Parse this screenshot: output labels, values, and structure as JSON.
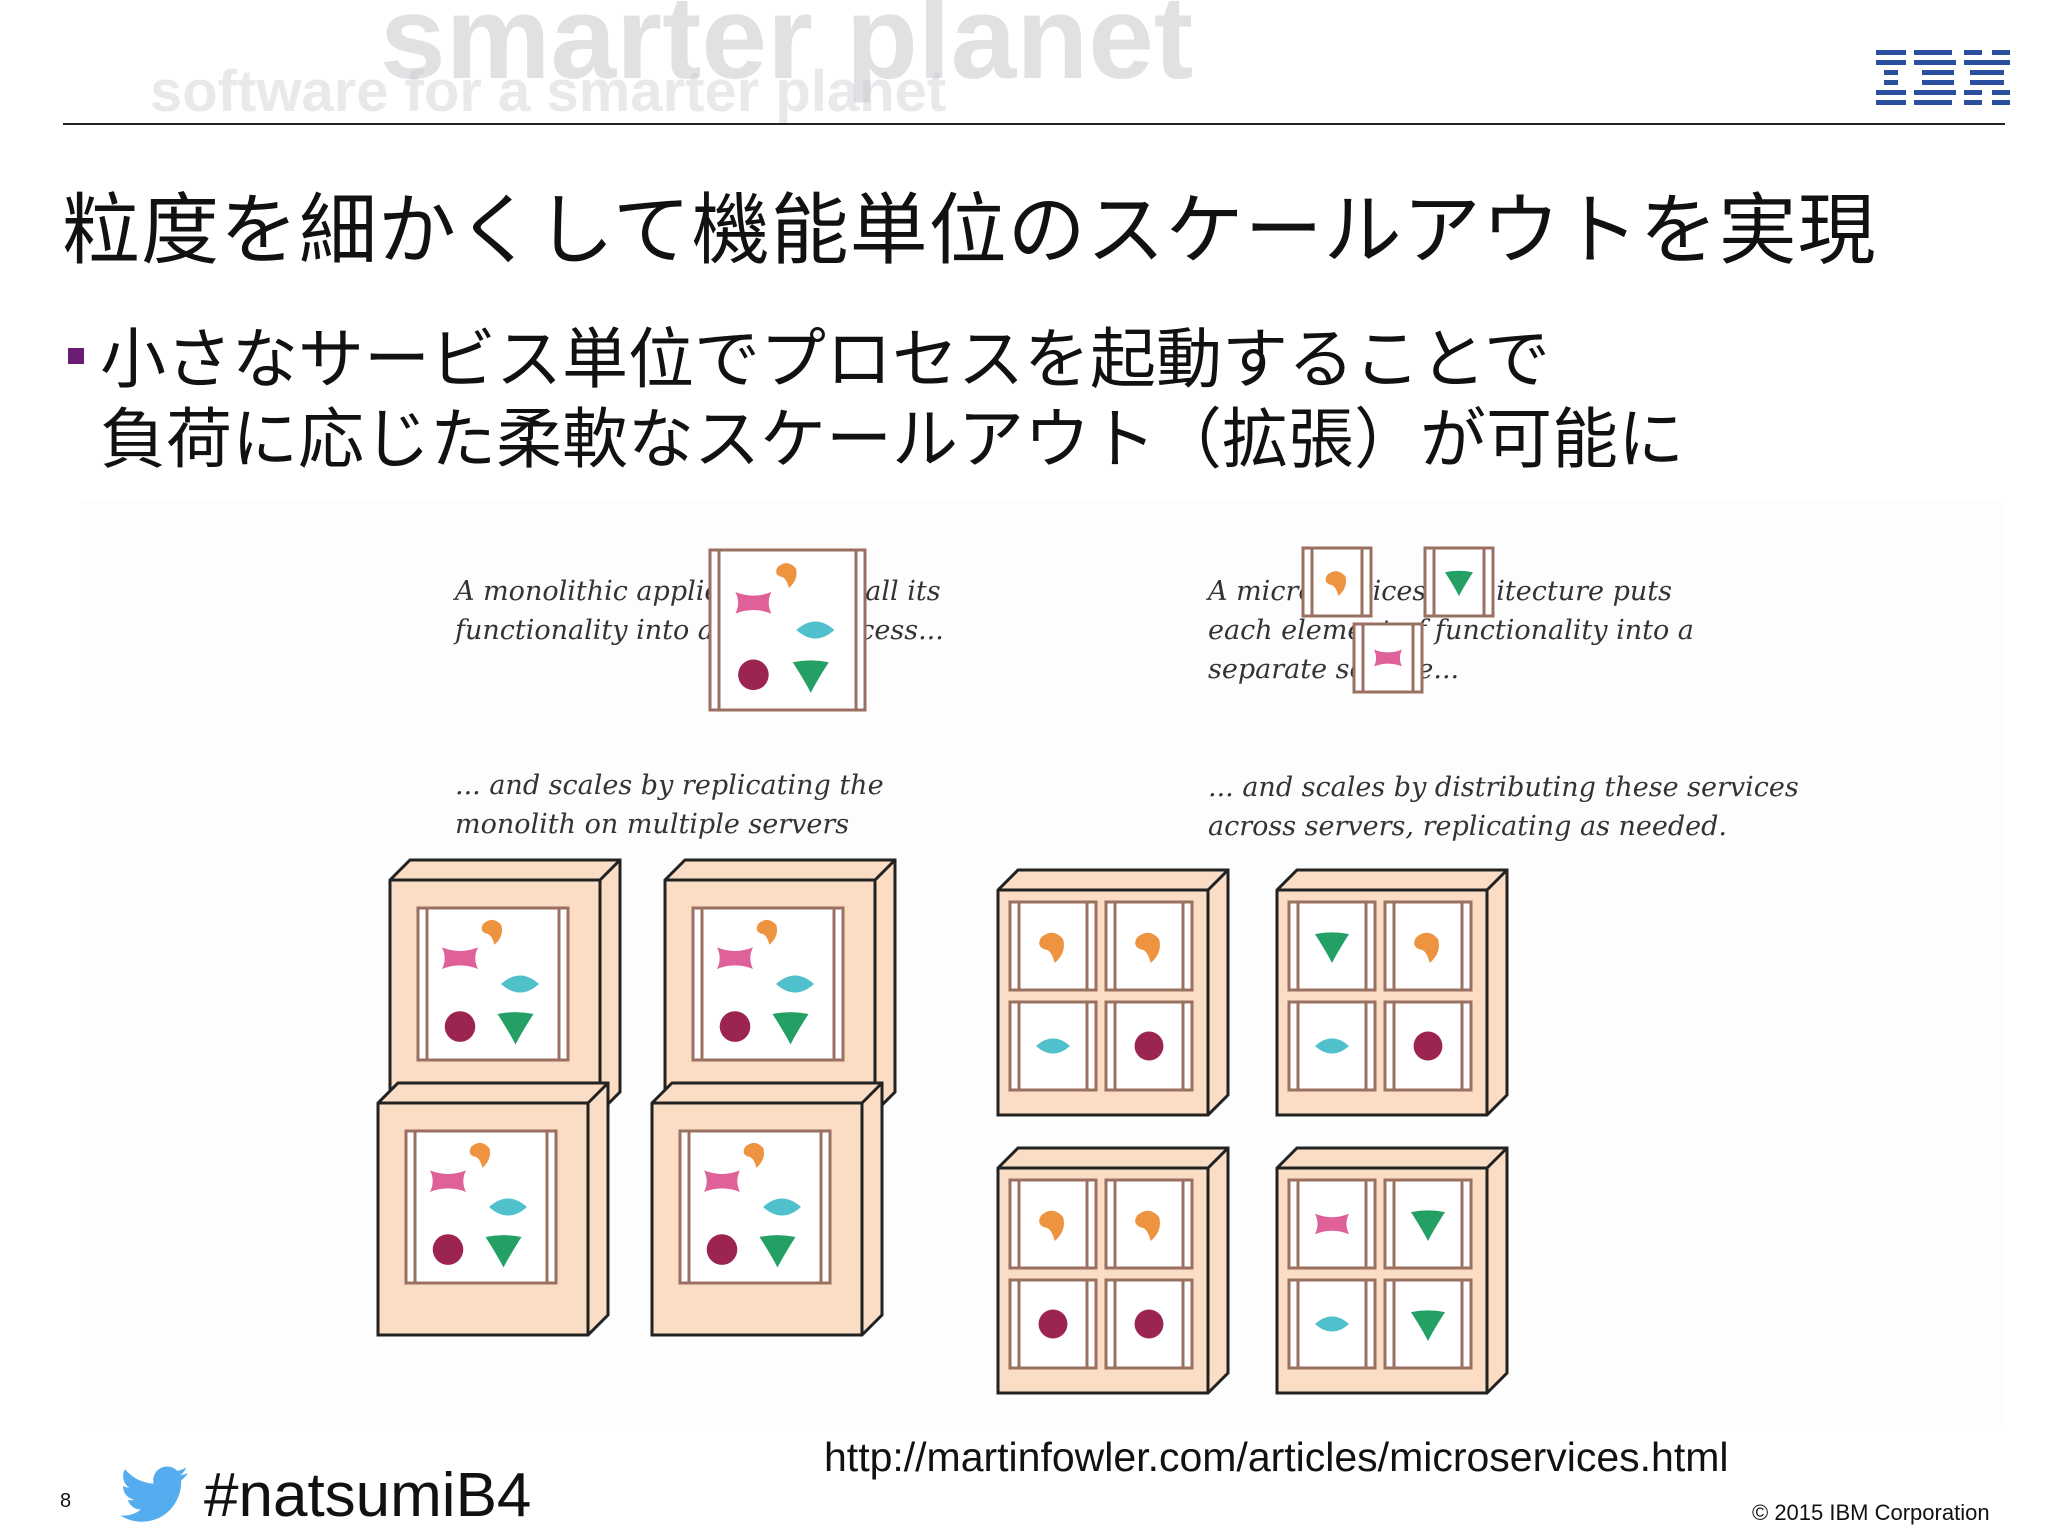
{
  "banner": {
    "watermark_main": "smarter planet",
    "watermark_sub": "software for a smarter planet",
    "logo_text": "IBM"
  },
  "title": "粒度を細かくして機能単位のスケールアウトを実現",
  "bullet": {
    "line1": "小さなサービス単位でプロセスを起動することで",
    "line2": "負荷に応じた柔軟なスケールアウト（拡張）が可能に"
  },
  "figure": {
    "mono_caption_1": "A monolithic application puts all its",
    "mono_caption_2": "functionality into a single process...",
    "mono_scale_1": "... and scales by replicating the",
    "mono_scale_2": "monolith on multiple servers",
    "micro_caption_1": "A microservices architecture puts",
    "micro_caption_2": "each element of functionality into a",
    "micro_caption_3": "separate service...",
    "micro_scale_1": "... and scales by distributing these services",
    "micro_scale_2": "across servers, replicating as needed.",
    "colors": {
      "pink": "#e0609a",
      "orange": "#ee9340",
      "cyan": "#4fc0cc",
      "maroon": "#9c2450",
      "green": "#24a065",
      "box_fill": "#fbdcc4",
      "box_stroke": "#222222",
      "frame": "#9a7060"
    }
  },
  "source_url": "http://martinfowler.com/articles/microservices.html",
  "footer": {
    "page_number": "8",
    "hashtag": "#natsumiB4",
    "copyright": "© 2015 IBM Corporation",
    "twitter_icon": "twitter-bird-icon"
  }
}
